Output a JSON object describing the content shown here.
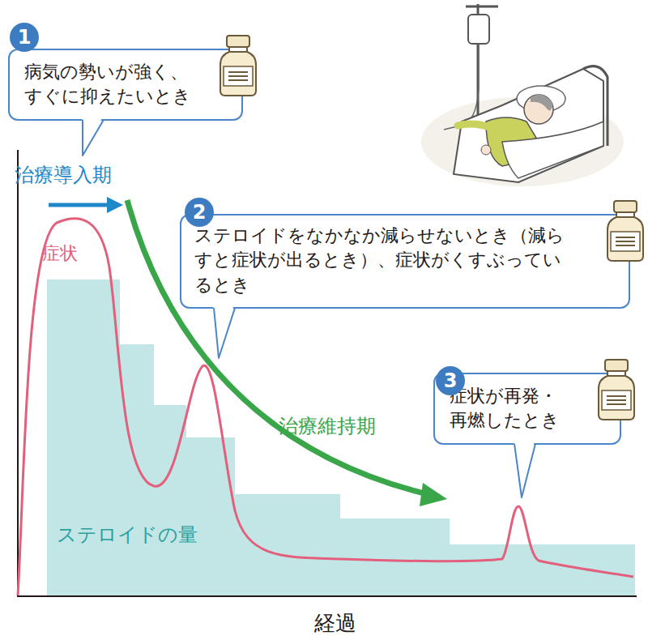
{
  "diagram": {
    "nodes": [
      {
        "text": [
          "病気の勢いが強く、すぐに抑えたいとき"
        ]
      },
      {
        "text": [
          "ステロイドをなかなか減らせないとき（減らすと症状が出るとき）、症状がくすぶっているとき"
        ]
      },
      {
        "text": [
          "症状が再発・再燃したとき"
        ]
      }
    ],
    "labels": [
      "1",
      "2",
      "3",
      "治療導入期",
      "症状",
      "治療維持期",
      "ステロイドの量",
      "経過"
    ]
  }
}
